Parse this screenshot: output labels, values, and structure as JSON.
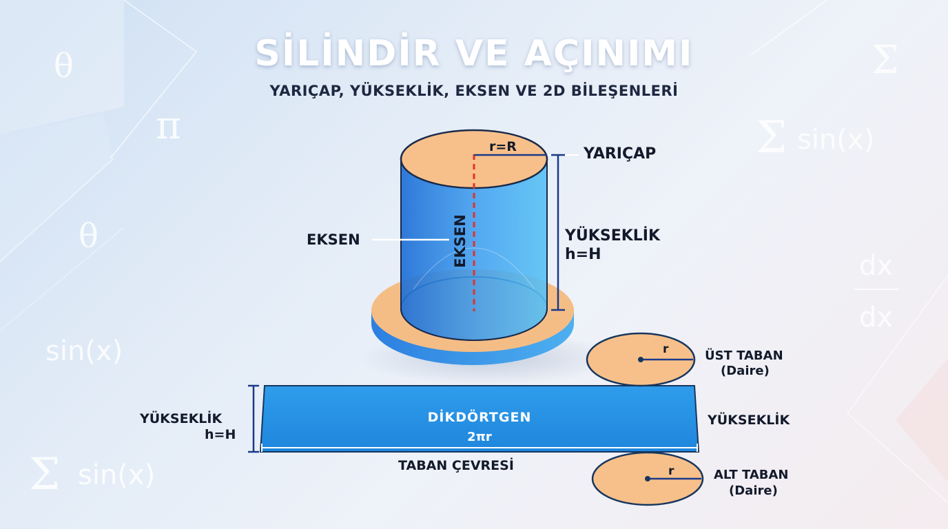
{
  "title": "SİLİNDİR VE AÇINIMI",
  "subtitle": "YARIÇAP, YÜKSEKLİK, EKSEN VE 2D BİLEŞENLERİ",
  "cylinder": {
    "radius_formula": "r=R",
    "radius_label": "YARIÇAP",
    "height_label": "YÜKSEKLİK",
    "height_formula": "h=H",
    "axis_label": "EKSEN",
    "axis_inner_label": "EKSEN"
  },
  "net": {
    "rectangle_label": "DİKDÖRTGEN",
    "rectangle_formula": "2πr",
    "left_height_label": "YÜKSEKLİK",
    "left_height_formula": "h=H",
    "right_height_label": "YÜKSEKLİK",
    "base_perimeter_label": "TABAN ÇEVRESİ",
    "top_base": {
      "radius_label": "r",
      "label": "ÜST TABAN",
      "sublabel": "(Daire)"
    },
    "bottom_base": {
      "radius_label": "r",
      "label": "ALT TABAN",
      "sublabel": "(Daire)"
    }
  },
  "background_symbols": [
    "θ",
    "π",
    "θ",
    "sin(x)",
    "sin(x)",
    "Σ",
    "sin(x)",
    "dx",
    "dx",
    "Σ",
    "Σ"
  ],
  "colors": {
    "cylinder_blue": "#2a86e6",
    "base_peach": "#f7c08a",
    "axis_red": "#e2322a",
    "rectangle_blue": "#1e8fe0",
    "text_dark": "#121a2b"
  }
}
